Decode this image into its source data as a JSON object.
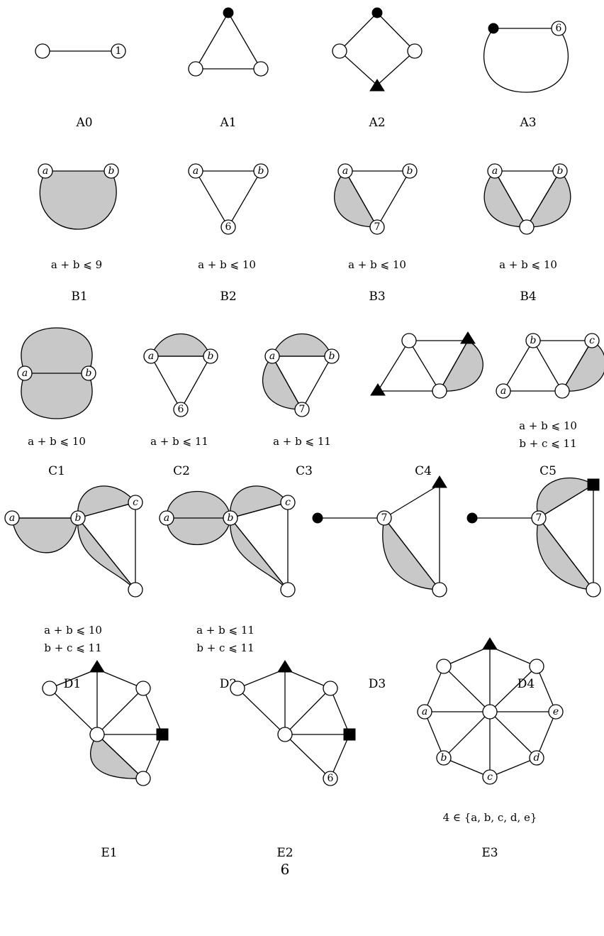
{
  "page_number": "6",
  "captions": {
    "A0": "A0",
    "A1": "A1",
    "A2": "A2",
    "A3": "A3",
    "B1": "B1",
    "B2": "B2",
    "B3": "B3",
    "B4": "B4",
    "C1": "C1",
    "C2": "C2",
    "C3": "C3",
    "C4": "C4",
    "C5": "C5",
    "D1": "D1",
    "D2": "D2",
    "D3": "D3",
    "D4": "D4",
    "E1": "E1",
    "E2": "E2",
    "E3": "E3"
  },
  "constraints": {
    "B1": [
      "a + b ⩽ 9"
    ],
    "B2": [
      "a + b ⩽ 10"
    ],
    "B3": [
      "a + b ⩽ 10"
    ],
    "B4": [
      "a + b ⩽ 10"
    ],
    "C1": [
      "a + b ⩽ 10"
    ],
    "C2": [
      "a + b ⩽ 11"
    ],
    "C3": [
      "a + b ⩽ 11"
    ],
    "C5": [
      "a + b ⩽ 10",
      "b + c ⩽ 11"
    ],
    "D1": [
      "a + b ⩽ 10",
      "b + c ⩽ 11"
    ],
    "D2": [
      "a + b ⩽ 11",
      "b + c ⩽ 11"
    ],
    "E3": [
      "4 ∈ {a, b, c, d, e}"
    ]
  },
  "vertex_labels": {
    "A0": [
      "1"
    ],
    "A3": [
      "6"
    ],
    "B1": [
      "a",
      "b"
    ],
    "B2": [
      "a",
      "b",
      "6"
    ],
    "B3": [
      "a",
      "b",
      "7"
    ],
    "B4": [
      "a",
      "b"
    ],
    "C1": [
      "a",
      "b"
    ],
    "C2": [
      "a",
      "b",
      "6"
    ],
    "C3": [
      "a",
      "b",
      "7"
    ],
    "C5": [
      "b",
      "c",
      "a"
    ],
    "D1": [
      "a",
      "b",
      "c"
    ],
    "D2": [
      "a",
      "b",
      "c"
    ],
    "D3": [
      "7"
    ],
    "D4": [
      "7"
    ],
    "E2": [
      "6"
    ],
    "E3": [
      "a",
      "b",
      "c",
      "d",
      "e"
    ]
  },
  "legend_colors": {
    "region": "#c8c8c8",
    "vertex_fill": "#ffffff",
    "mark_fill": "#000000"
  }
}
